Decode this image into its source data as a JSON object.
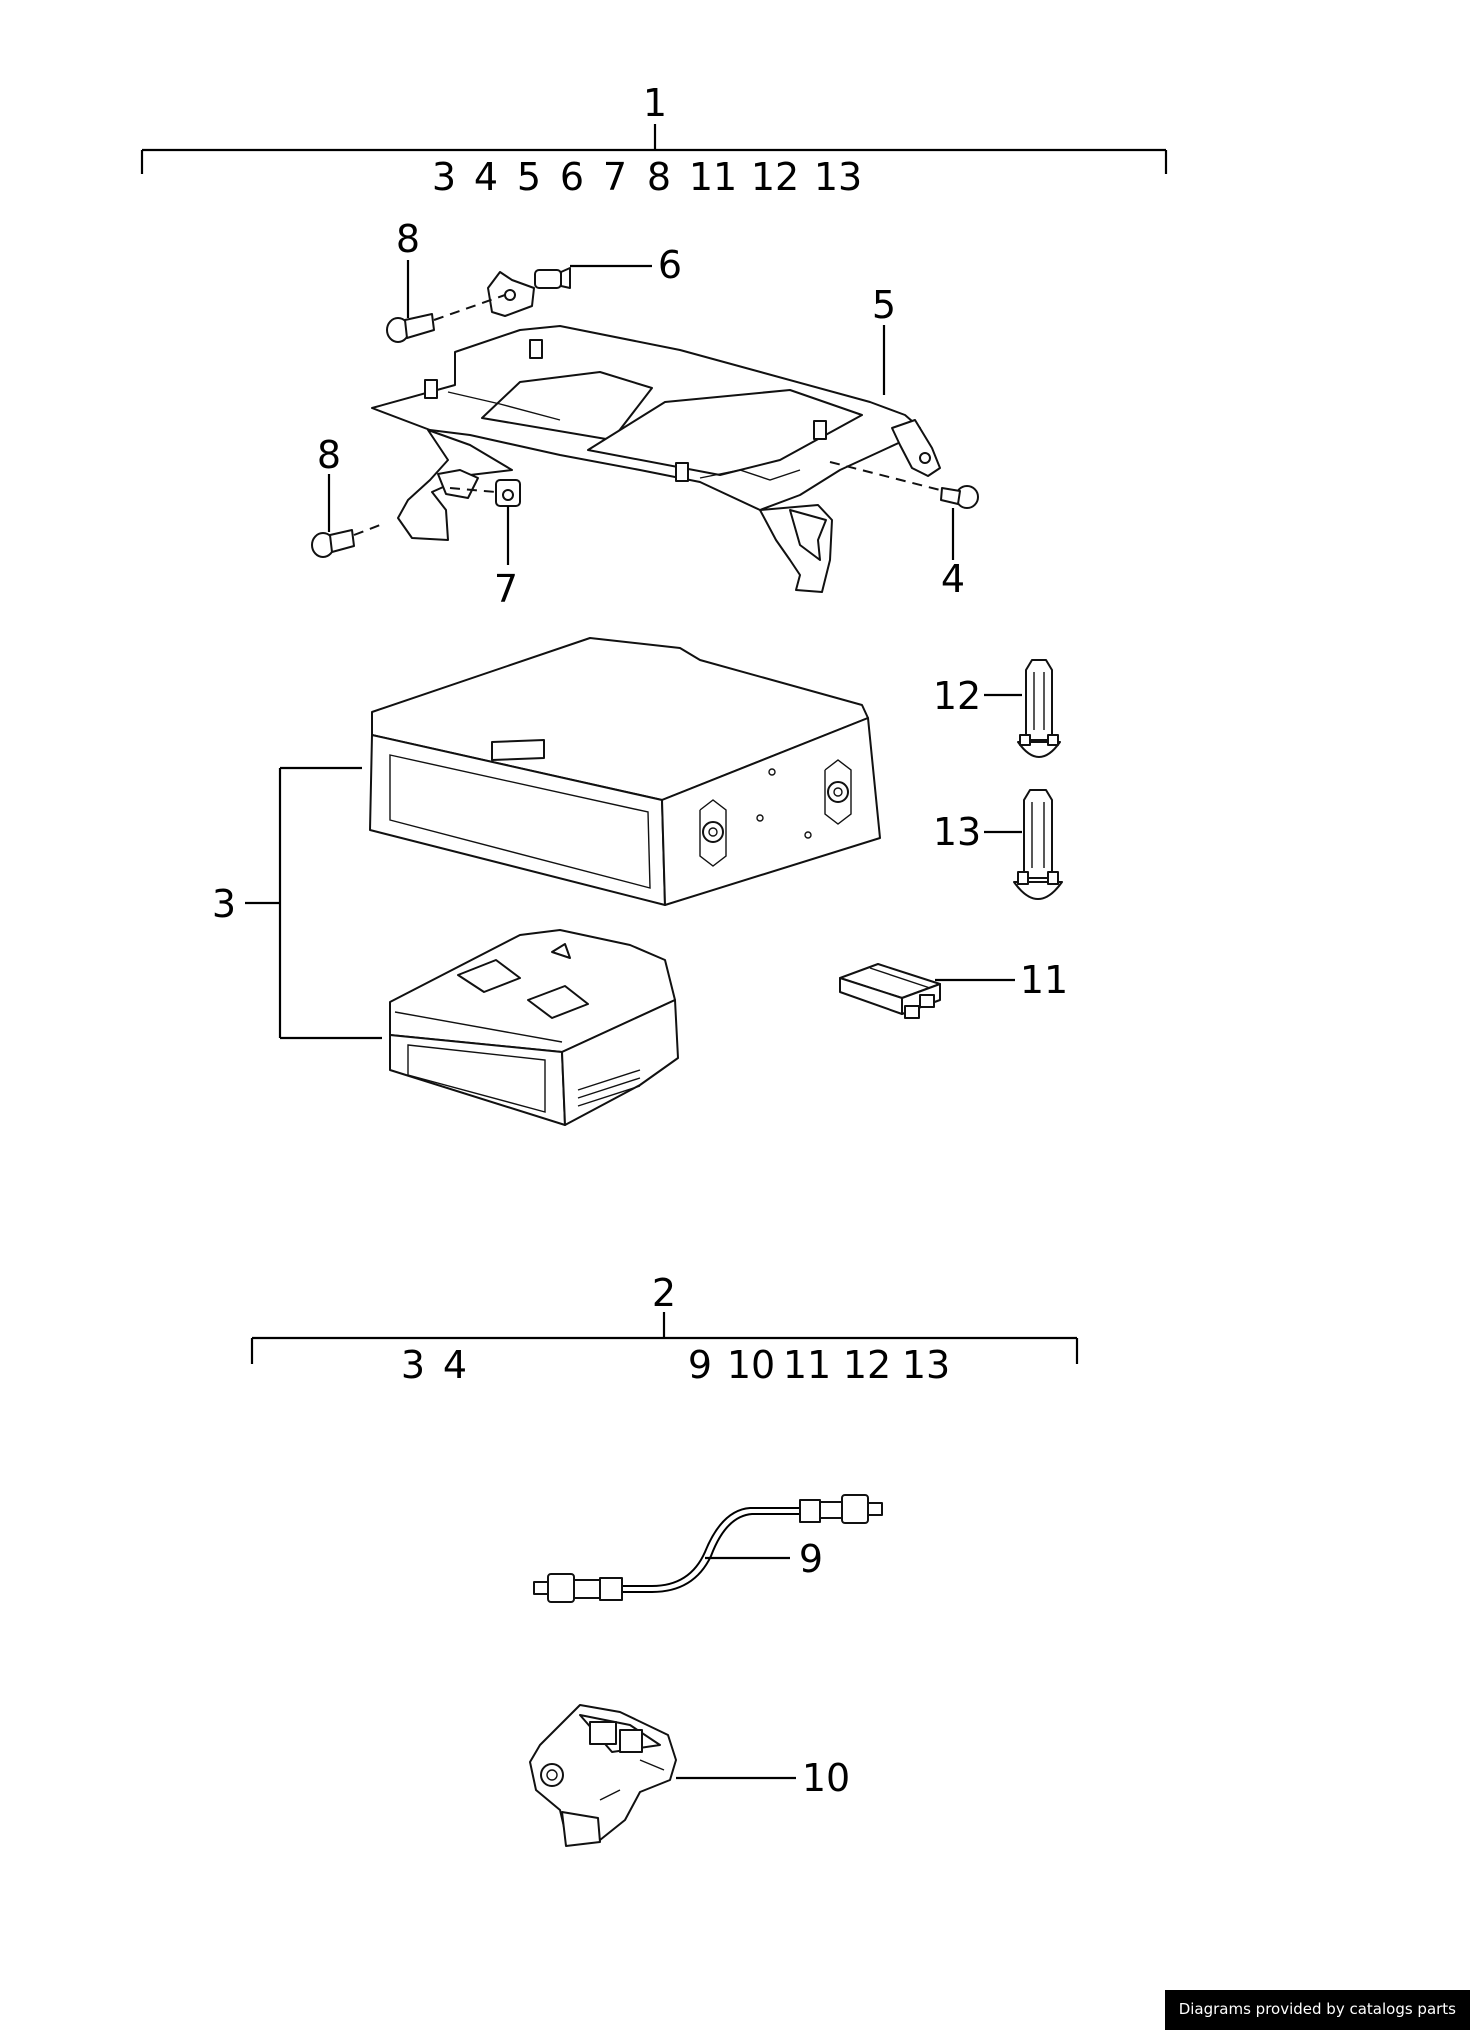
{
  "group1": {
    "callout": "1",
    "items": [
      "3",
      "4",
      "5",
      "6",
      "7",
      "8",
      "11",
      "12",
      "13"
    ]
  },
  "group2": {
    "callout": "2",
    "items_left": [
      "3",
      "4"
    ],
    "items_right": [
      "9",
      "10",
      "11",
      "12",
      "13"
    ]
  },
  "callouts": {
    "p8a": "8",
    "p6": "6",
    "p5": "5",
    "p8b": "8",
    "p7": "7",
    "p4": "4",
    "p12": "12",
    "p13": "13",
    "p3": "3",
    "p11": "11",
    "p9": "9",
    "p10": "10"
  },
  "footer": {
    "text": "Diagrams provided by catalogs parts"
  }
}
